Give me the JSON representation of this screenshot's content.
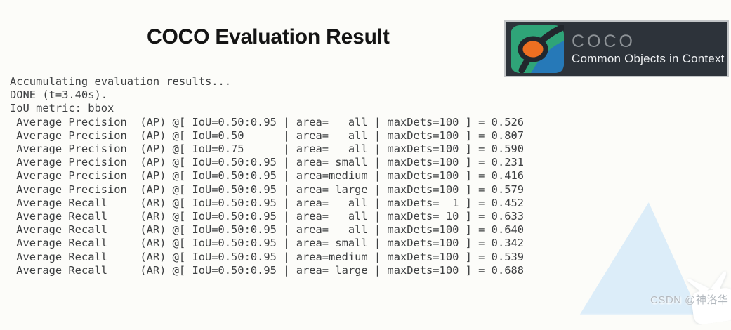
{
  "page": {
    "title": "COCO Evaluation Result"
  },
  "logo": {
    "word": "COCO",
    "subtitle": "Common Objects in Context",
    "colors": {
      "banner_background": "#2d333a",
      "word_gray": "#8d9296",
      "subtitle_white": "#eceef0",
      "icon_green": "#2fa478",
      "icon_blue": "#2679b8",
      "icon_orange": "#ed6f21",
      "icon_dark": "#22272d"
    }
  },
  "terminal": {
    "header_lines": [
      "Accumulating evaluation results...",
      "DONE (t=3.40s).",
      "IoU metric: bbox"
    ],
    "results": [
      {
        "metric": "Average Precision",
        "abbr": "AP",
        "iou": "0.50:0.95",
        "area": "all",
        "maxdets": 100,
        "value": 0.526
      },
      {
        "metric": "Average Precision",
        "abbr": "AP",
        "iou": "0.50",
        "area": "all",
        "maxdets": 100,
        "value": 0.807
      },
      {
        "metric": "Average Precision",
        "abbr": "AP",
        "iou": "0.75",
        "area": "all",
        "maxdets": 100,
        "value": 0.59
      },
      {
        "metric": "Average Precision",
        "abbr": "AP",
        "iou": "0.50:0.95",
        "area": "small",
        "maxdets": 100,
        "value": 0.231
      },
      {
        "metric": "Average Precision",
        "abbr": "AP",
        "iou": "0.50:0.95",
        "area": "medium",
        "maxdets": 100,
        "value": 0.416
      },
      {
        "metric": "Average Precision",
        "abbr": "AP",
        "iou": "0.50:0.95",
        "area": "large",
        "maxdets": 100,
        "value": 0.579
      },
      {
        "metric": "Average Recall",
        "abbr": "AR",
        "iou": "0.50:0.95",
        "area": "all",
        "maxdets": 1,
        "value": 0.452
      },
      {
        "metric": "Average Recall",
        "abbr": "AR",
        "iou": "0.50:0.95",
        "area": "all",
        "maxdets": 10,
        "value": 0.633
      },
      {
        "metric": "Average Recall",
        "abbr": "AR",
        "iou": "0.50:0.95",
        "area": "all",
        "maxdets": 100,
        "value": 0.64
      },
      {
        "metric": "Average Recall",
        "abbr": "AR",
        "iou": "0.50:0.95",
        "area": "small",
        "maxdets": 100,
        "value": 0.342
      },
      {
        "metric": "Average Recall",
        "abbr": "AR",
        "iou": "0.50:0.95",
        "area": "medium",
        "maxdets": 100,
        "value": 0.539
      },
      {
        "metric": "Average Recall",
        "abbr": "AR",
        "iou": "0.50:0.95",
        "area": "large",
        "maxdets": 100,
        "value": 0.688
      }
    ]
  },
  "watermark": {
    "text": "CSDN @神洛华"
  },
  "decor": {
    "triangle_color": "#dcedf9"
  }
}
